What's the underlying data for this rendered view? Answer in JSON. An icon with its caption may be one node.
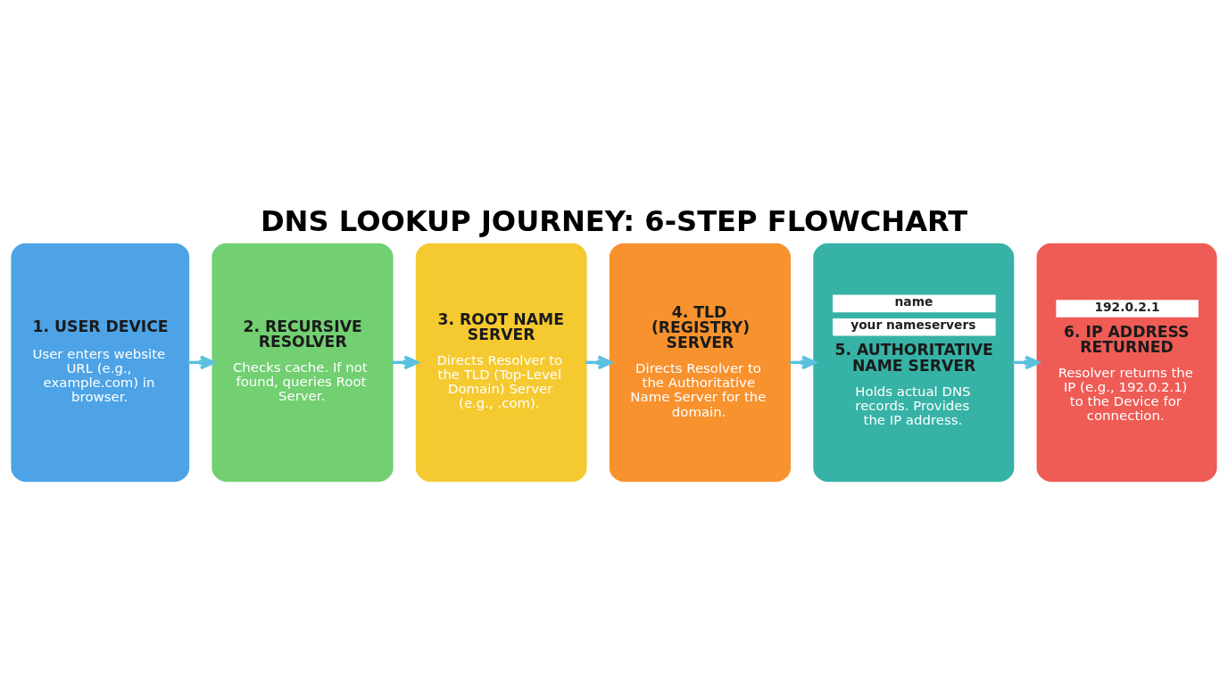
{
  "diagram": {
    "title": "DNS LOOKUP JOURNEY: 6-STEP FLOWCHART",
    "nodes": [
      {
        "text": [
          "1. USER DEVICE",
          "User enters website URL (e.g., example.com) in browser."
        ]
      },
      {
        "text": [
          "2. RECURSIVE RESOLVER",
          "Checks cache. If not found, queries Root Server."
        ]
      },
      {
        "text": [
          "3. ROOT NAME SERVER",
          "Directs Resolver to the TLD (Top-Level Domain) Server (e.g., .com)."
        ]
      },
      {
        "text": [
          "4. TLD (REGISTRY) SERVER",
          "Directs Resolver to the Authoritative Name Server for the domain."
        ]
      },
      {
        "text": [
          "name",
          "your nameservers",
          "5. AUTHORITATIVE NAME SERVER",
          "Holds actual DNS records. Provides the IP address."
        ]
      },
      {
        "text": [
          "192.0.2.1",
          "6. IP ADDRESS RETURNED",
          "Resolver returns the IP (e.g., 192.0.2.1) to the Device for connection."
        ]
      }
    ],
    "edges": [
      {
        "from": 0,
        "to": 1,
        "arrow": "to"
      },
      {
        "from": 1,
        "to": 2,
        "arrow": "to"
      },
      {
        "from": 2,
        "to": 3,
        "arrow": "to"
      },
      {
        "from": 3,
        "to": 4,
        "arrow": "to"
      },
      {
        "from": 4,
        "to": 5,
        "arrow": "to"
      }
    ]
  }
}
